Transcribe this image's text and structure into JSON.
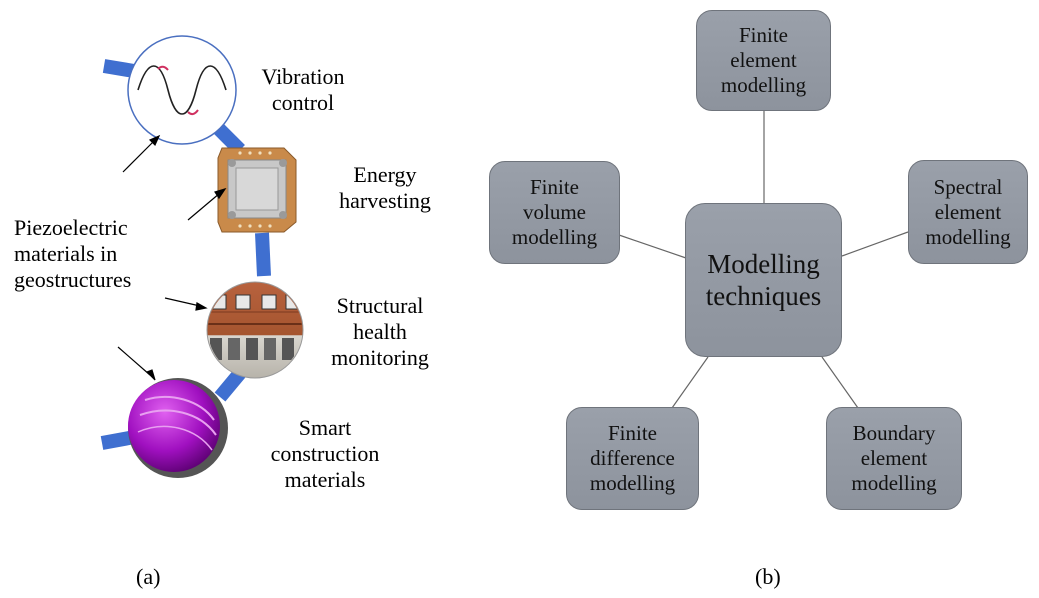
{
  "panel_a": {
    "caption": "(a)",
    "items": {
      "vibration": "Vibration\ncontrol",
      "energy": "Energy\nharvesting",
      "shm": "Structural\nhealth\nmonitoring",
      "smart": "Smart\nconstruction\nmaterials"
    },
    "center_label": "Piezoelectric\nmaterials in\ngeostructures"
  },
  "panel_b": {
    "caption": "(b)",
    "center": "Modelling\ntechniques",
    "boxes": {
      "fem": "Finite\nelement\nmodelling",
      "fvm": "Finite\nvolume\nmodelling",
      "sem": "Spectral\nelement\nmodelling",
      "fdm": "Finite\ndifference\nmodelling",
      "bem": "Boundary\nelement\nmodelling"
    }
  },
  "colors": {
    "connector": "#3f6fd0",
    "box_fill": "#949aa4",
    "sphere": "#b020c8"
  }
}
